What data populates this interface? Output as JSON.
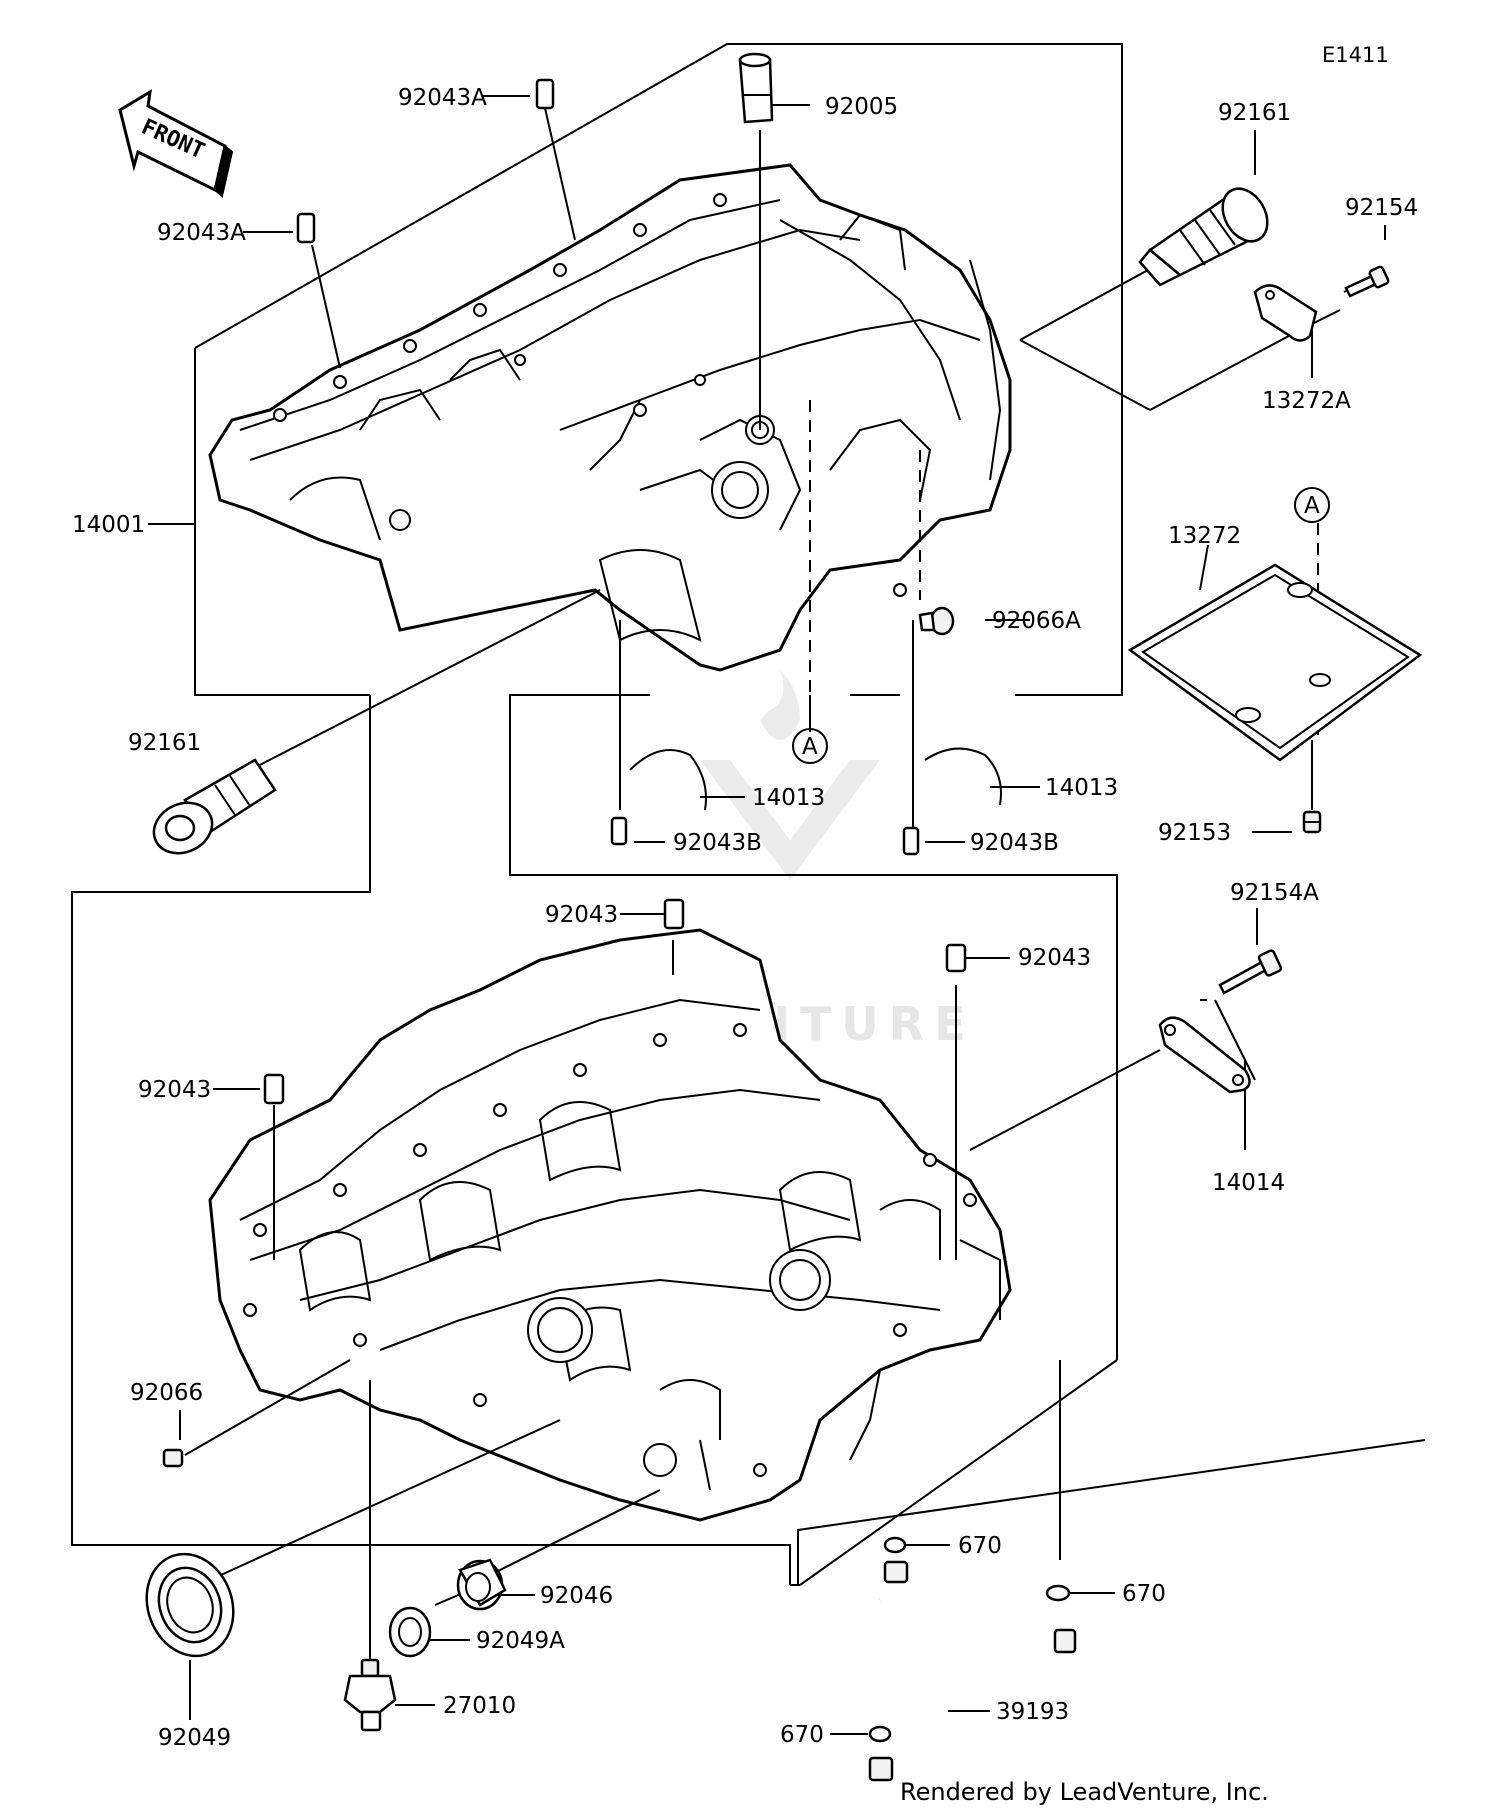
{
  "diagram_code": "E1411",
  "front_label": "FRONT",
  "callout_a": "A",
  "watermark": "LEADVENTURE",
  "credit": "Rendered by LeadVenture, Inc.",
  "labels": {
    "p92043A_top": "92043A",
    "p92005": "92005",
    "p92161_top": "92161",
    "p92154": "92154",
    "p92043A_left": "92043A",
    "p13272A": "13272A",
    "p14001": "14001",
    "p13272": "13272",
    "p92066A": "92066A",
    "p92161_left": "92161",
    "p14013_left": "14013",
    "p14013_right": "14013",
    "p92043B_left": "92043B",
    "p92043B_right": "92043B",
    "p92153": "92153",
    "p92154A": "92154A",
    "p92043_center": "92043",
    "p92043_right": "92043",
    "p92043_left": "92043",
    "p14014": "14014",
    "p92066": "92066",
    "p670_a": "670",
    "p670_b": "670",
    "p92046": "92046",
    "p92049A": "92049A",
    "p92049": "92049",
    "p27010": "27010",
    "p39193": "39193",
    "p670_c": "670"
  }
}
